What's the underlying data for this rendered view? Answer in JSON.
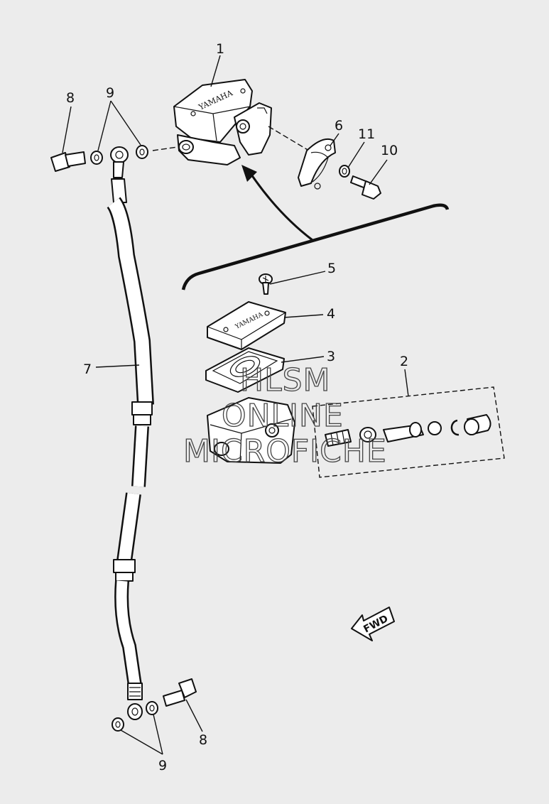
{
  "diagram": {
    "callouts": [
      "1",
      "2",
      "3",
      "4",
      "5",
      "6",
      "7",
      "8",
      "9",
      "10",
      "11"
    ],
    "brand_label": "YAMAHA",
    "direction_label": "FWD",
    "watermark": [
      "HLSM",
      "ONLINE",
      "MICROFICHE"
    ]
  }
}
